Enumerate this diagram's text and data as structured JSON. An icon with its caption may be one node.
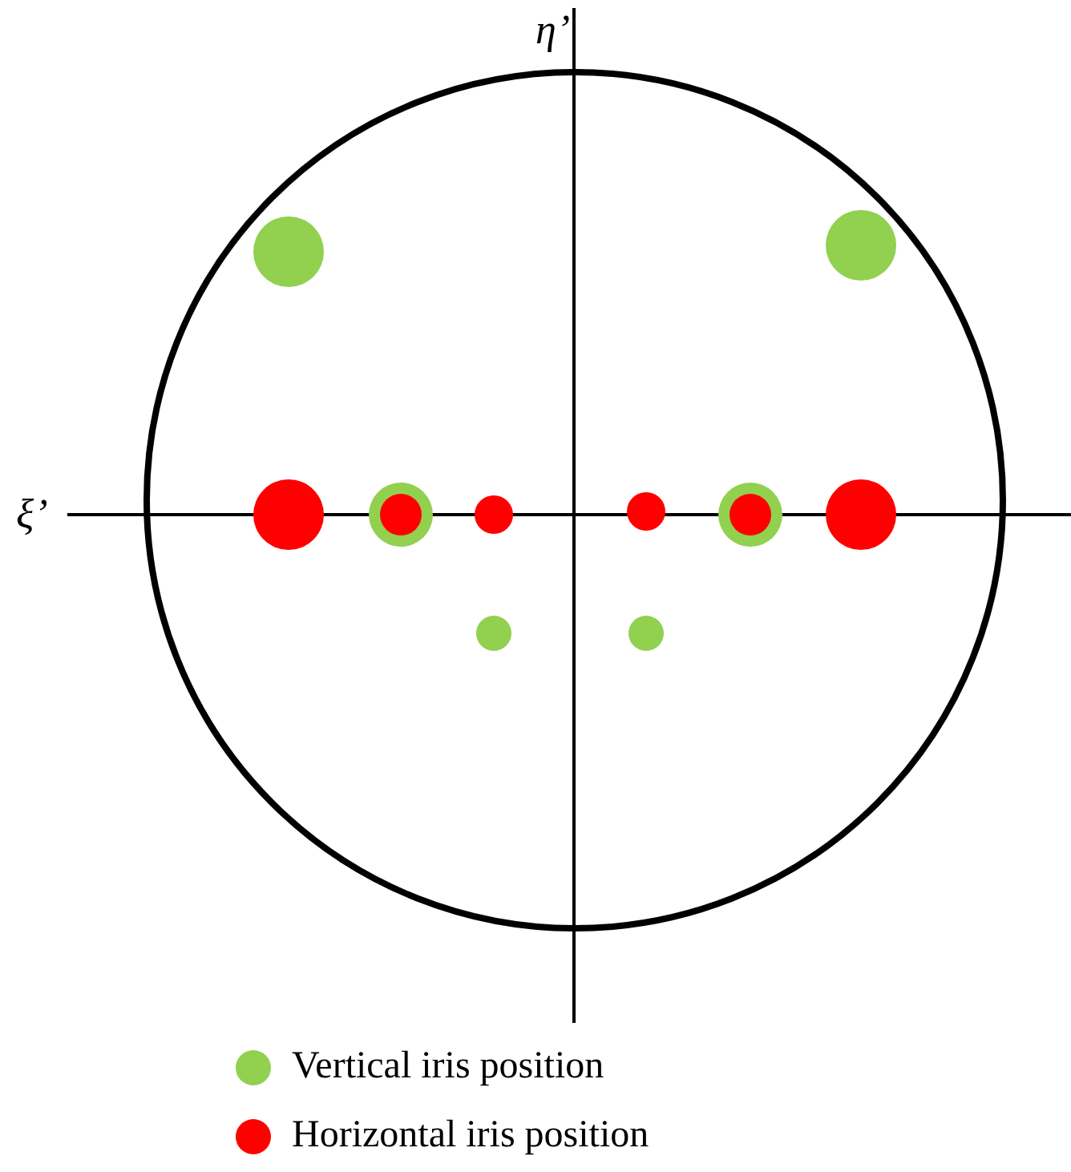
{
  "diagram": {
    "labels": [
      "η’",
      "ξ’"
    ],
    "legend": [
      {
        "text": "Vertical iris position",
        "color": "#92d050"
      },
      {
        "text": "Horizontal iris position",
        "color": "#ff0000"
      }
    ]
  }
}
